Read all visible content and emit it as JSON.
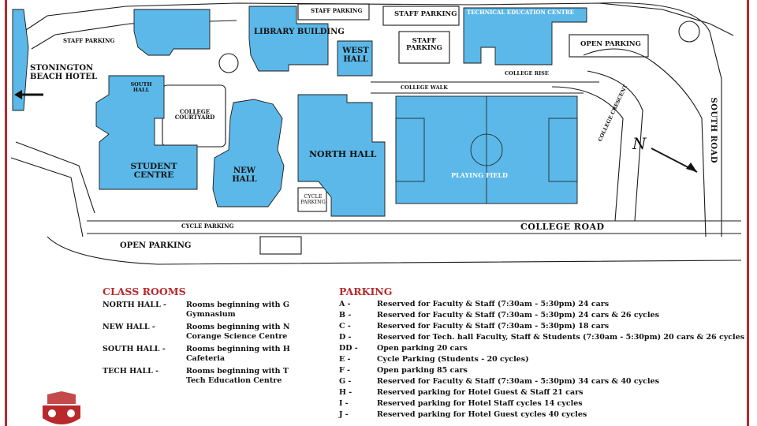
{
  "map": {
    "buildings": {
      "library": "LIBRARY BUILDING",
      "west_hall": "WEST HALL",
      "north_hall": "NORTH HALL",
      "new_hall": "NEW HALL",
      "south_hall": "SOUTH HALL",
      "student_centre": "STUDENT CENTRE",
      "tech_centre": "TECHNICAL EDUCATION CENTRE",
      "courtyard": "COLLEGE COURTYARD",
      "playing_field": "PLAYING FIELD",
      "hotel": "STONINGTON BEACH HOTEL",
      "cycle_parking_box": "CYCLE PARKING"
    },
    "parking": {
      "staff_parking_top_left": "STAFF PARKING",
      "staff_parking_top_mid": "STAFF PARKING",
      "staff_parking_top_right": "STAFF PARKING",
      "staff_parking_box": "STAFF PARKING",
      "open_parking_right": "OPEN PARKING",
      "open_parking_bottom": "OPEN PARKING",
      "cycle_parking_road": "CYCLE PARKING"
    },
    "roads": {
      "college_road": "COLLEGE ROAD",
      "south_road": "SOUTH ROAD",
      "college_crescent": "COLLEGE CRESCENT",
      "college_rise": "COLLEGE RISE",
      "college_walk": "COLLEGE WALK"
    },
    "north_marker": "N",
    "colors": {
      "building": "#5bb8e8",
      "outline": "#1a1a1a",
      "accent": "#b8292b"
    }
  },
  "legend": {
    "classrooms": {
      "title": "CLASS ROOMS",
      "rows": [
        {
          "hall": "NORTH HALL -",
          "line1": "Rooms beginning with G",
          "line2": "Gymnasium"
        },
        {
          "hall": "NEW HALL -",
          "line1": "Rooms beginning with N",
          "line2": "Corange Science Centre"
        },
        {
          "hall": "SOUTH HALL -",
          "line1": "Rooms beginning with H",
          "line2": "Cafeteria"
        },
        {
          "hall": "TECH HALL -",
          "line1": "Rooms beginning with T",
          "line2": "Tech Education Centre"
        }
      ]
    },
    "parking": {
      "title": "PARKING",
      "rows": [
        {
          "code": "A -",
          "text": "Reserved for Faculty & Staff (7:30am - 5:30pm) 24 cars"
        },
        {
          "code": "B -",
          "text": "Reserved for Faculty & Staff (7:30am - 5:30pm) 24 cars & 26 cycles"
        },
        {
          "code": "C -",
          "text": "Reserved for Faculty & Staff (7:30am - 5:30pm) 18 cars"
        },
        {
          "code": "D -",
          "text": "Reserved for Tech. hall Faculty, Staff & Students (7:30am - 5:30pm) 20 cars & 26 cycles"
        },
        {
          "code": "DD -",
          "text": "Open parking 20 cars"
        },
        {
          "code": "E -",
          "text": "Cycle Parking (Students - 20 cycles)"
        },
        {
          "code": "F -",
          "text": "Open parking 85 cars"
        },
        {
          "code": "G -",
          "text": "Reserved for Faculty & Staff (7:30am - 5:30pm) 34 cars & 40 cycles"
        },
        {
          "code": "H -",
          "text": "Reserved parking for Hotel Guest & Staff 21 cars"
        },
        {
          "code": "I -",
          "text": "Reserved parking for Hotel Staff cycles 14 cycles"
        },
        {
          "code": "J -",
          "text": "Reserved parking for Hotel Guest cycles 40 cycles"
        }
      ]
    }
  }
}
